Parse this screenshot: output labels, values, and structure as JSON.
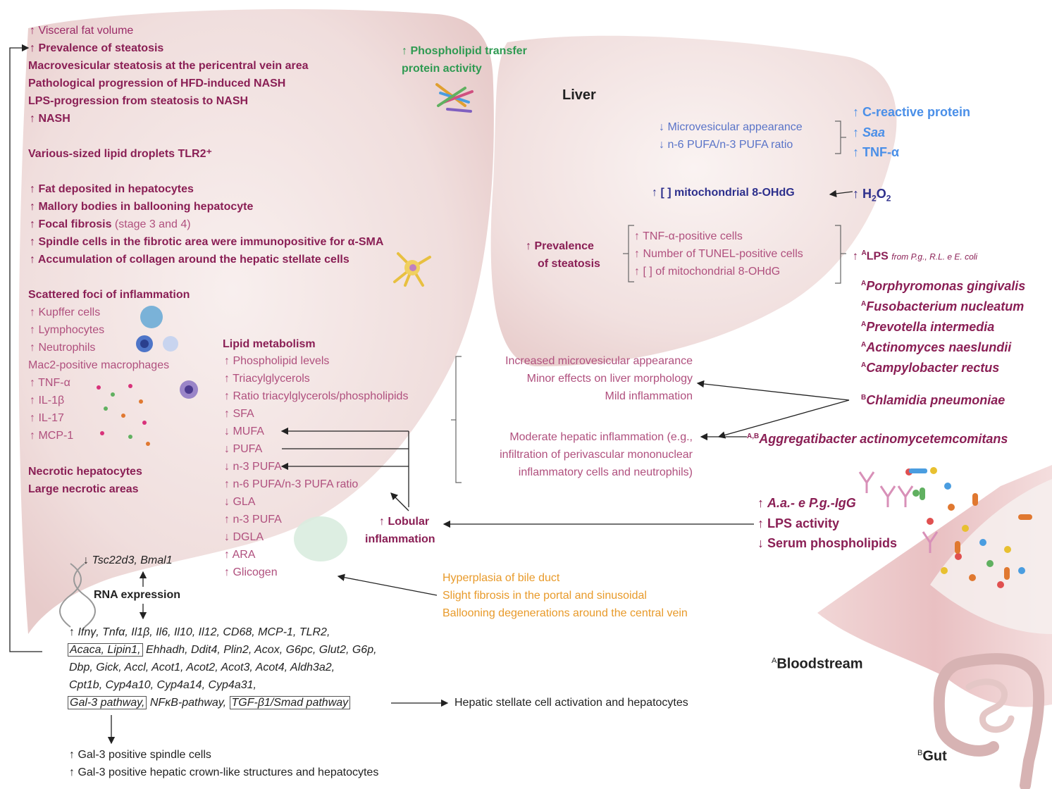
{
  "labels": {
    "liver": "Liver",
    "bloodstream": "Bloodstream",
    "bloodstream_sup": "A",
    "gut": "Gut",
    "gut_sup": "B"
  },
  "left_col": {
    "visceral_fat": "↑ Visceral fat volume",
    "prevalence": "↑ Prevalence of steatosis",
    "macro": "Macrovesicular steatosis at the pericentral vein area",
    "pathological": "Pathological progression of HFD-induced NASH",
    "lps_prog": "LPS-progression from steatosis to NASH",
    "nash": "↑ NASH",
    "lipid_droplets": "Various-sized lipid droplets TLR2⁺",
    "fat_dep": "↑ Fat deposited in hepatocytes",
    "mallory": "↑ Mallory bodies in ballooning hepatocyte",
    "focal": "↑ Focal fibrosis",
    "focal_stage": "(stage 3 and 4)",
    "spindle": "↑ Spindle cells in the fibrotic area were immunopositive for α-SMA",
    "collagen": "↑ Accumulation of collagen around the hepatic stellate cells",
    "scattered": "Scattered foci of inflammation",
    "kupffer": "↑ Kupffer cells",
    "lympho": "↑ Lymphocytes",
    "neutro": "↑ Neutrophils",
    "mac2": "Mac2-positive macrophages",
    "tnf": "↑ TNF-α",
    "il1": "↑ IL-1β",
    "il17": "↑ IL-17",
    "mcp": "↑ MCP-1",
    "necrotic": "Necrotic hepatocytes",
    "large_necrotic": "Large necrotic areas"
  },
  "lipid": {
    "title": "Lipid metabolism",
    "items": [
      "↑ Phospholipid levels",
      "↑ Triacylglycerols",
      "↑ Ratio triacylglycerols/phospholipids",
      "↑ SFA",
      "↓ MUFA",
      "↓ PUFA",
      "↓ n-3 PUFA",
      "↑ n-6 PUFA/n-3 PUFA ratio",
      "↓ GLA",
      "↑ n-3 PUFA",
      "↓ DGLA",
      "↑ ARA",
      "↑ Glicogen"
    ]
  },
  "lobular": {
    "line1": "↑ Lobular",
    "line2": "inflammation"
  },
  "phospholipid_transfer": {
    "line1": "↑ Phospholipid transfer",
    "line2": "protein activity"
  },
  "right_top": {
    "micro": "↓ Microvesicular appearance",
    "n6n3": "↓ n-6 PUFA/n-3 PUFA ratio",
    "crp": "↑ C-reactive protein",
    "saa_arrow": "↑",
    "saa": "Saa",
    "tnf": "↑ TNF-α",
    "ohdg": "↑ [ ] mitochondrial 8-OHdG",
    "h2o2_arrow": "↑ H",
    "h2o2_sub": "2",
    "h2o2_o": "O",
    "h2o2_sub2": "2"
  },
  "prevalence_mid": {
    "line1": "↑ Prevalence",
    "line2": "of steatosis",
    "items": [
      "↑ TNF-α-positive cells",
      "↑ Number of TUNEL-positive cells",
      "↑ [ ] of mitochondrial 8-OHdG"
    ],
    "lps_arrow": "↑",
    "lps_sup": "A",
    "lps": "LPS",
    "lps_from": "from P.g., R.L. e E. coli"
  },
  "bacteria": [
    {
      "sup": "A",
      "name": "Porphyromonas gingivalis"
    },
    {
      "sup": "A",
      "name": "Fusobacterium nucleatum"
    },
    {
      "sup": "A",
      "name": "Prevotella intermedia"
    },
    {
      "sup": "A",
      "name": "Actinomyces naeslundii"
    },
    {
      "sup": "A",
      "name": "Campylobacter rectus"
    },
    {
      "sup": "B",
      "name": "Chlamidia pneumoniae"
    },
    {
      "sup": "A,B",
      "name": "Aggregatibacter actinomycetemcomitans"
    }
  ],
  "middle_effects": {
    "increased": "Increased microvesicular appearance",
    "minor": "Minor effects on liver morphology",
    "mild": "Mild inflammation",
    "moderate1": "Moderate hepatic inflammation (e.g.,",
    "moderate2": "infiltration of perivascular mononuclear",
    "moderate3": "inflammatory cells and neutrophils)"
  },
  "blood": {
    "igg_arrow": "↑",
    "igg": "A.a.- e P.g.-IgG",
    "lps": "↑ LPS activity",
    "serum": "↓ Serum phospholipids"
  },
  "orange": {
    "line1": "Hyperplasia of bile duct",
    "line2": "Slight fibrosis in the portal and sinusoidal",
    "line3": "Ballooning degenerations around the central vein"
  },
  "rna": {
    "top": "↓ Tsc22d3, Bmal1",
    "title": "RNA expression",
    "line1": "↑ Ifnγ, Tnfα, Il1β, Il6, Il10, Il12,  CD68, MCP-1, TLR2,",
    "boxed1": "Acaca, Lipin1,",
    "line2": " Ehhadh, Ddit4, Plin2, Acox, G6pc, Glut2, G6p,",
    "line3": "Dbp, Gick, Accl, Acot1, Acot2, Acot3, Acot4, Aldh3a2,",
    "line4": "Cpt1b, Cyp4a10, Cyp4a14, Cyp4a31,",
    "boxed2": "Gal-3 pathway,",
    "mid": " NFκB-pathway, ",
    "boxed3": "TGF-β1/Smad pathway",
    "hepatic": "Hepatic stellate cell activation and hepatocytes",
    "gal1": "↑ Gal-3 positive spindle cells",
    "gal2": "↑ Gal-3 positive hepatic crown-like structures and hepatocytes"
  }
}
